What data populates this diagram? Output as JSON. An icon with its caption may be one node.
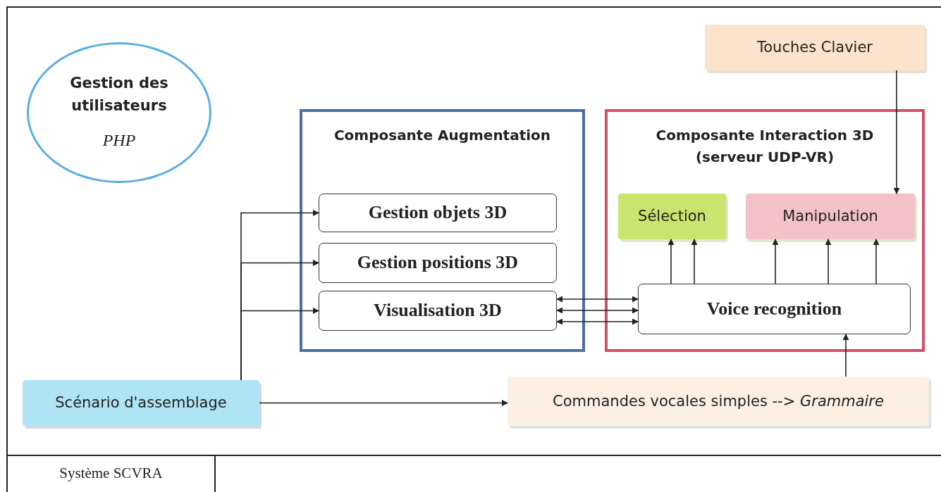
{
  "diagram": {
    "nodes": [
      {
        "text": [
          "Gestion des utilisateurs",
          "PHP"
        ]
      },
      {
        "text": [
          "Composante Augmentation"
        ]
      },
      {
        "text": [
          "Gestion objets 3D"
        ],
        "in": 1
      },
      {
        "text": [
          "Gestion positions 3D"
        ],
        "in": 1
      },
      {
        "text": [
          "Visualisation 3D"
        ],
        "in": 1
      },
      {
        "text": [
          "Composante Interaction 3D (serveur UDP-VR)"
        ]
      },
      {
        "text": [
          "Sélection"
        ],
        "in": 5
      },
      {
        "text": [
          "Manipulation"
        ],
        "in": 5
      },
      {
        "text": [
          "Voice recognition"
        ],
        "in": 5
      },
      {
        "text": [
          "Touches Clavier"
        ]
      },
      {
        "text": [
          "Scénario  d'assemblage"
        ]
      },
      {
        "text": [
          "Commandes vocales simples  -->  *Grammaire*"
        ]
      }
    ],
    "edges": [
      {
        "from": 10,
        "to": 2,
        "arrow": "to"
      },
      {
        "from": 10,
        "to": 3,
        "arrow": "to"
      },
      {
        "from": 10,
        "to": 4,
        "arrow": "to"
      },
      {
        "from": 10,
        "to": 11,
        "arrow": "to"
      },
      {
        "from": 11,
        "to": 8,
        "arrow": "to"
      },
      {
        "from": 9,
        "to": 7,
        "arrow": "to"
      },
      {
        "from": 8,
        "to": 6,
        "arrow": "to"
      },
      {
        "from": 8,
        "to": 6,
        "arrow": "to"
      },
      {
        "from": 8,
        "to": 7,
        "arrow": "to"
      },
      {
        "from": 8,
        "to": 7,
        "arrow": "to"
      },
      {
        "from": 8,
        "to": 7,
        "arrow": "to"
      },
      {
        "from": 4,
        "to": 8,
        "arrow": "both"
      },
      {
        "from": 4,
        "to": 8,
        "arrow": "both"
      },
      {
        "from": 4,
        "to": 8,
        "arrow": "both"
      }
    ],
    "labels": [
      "Système SCVRA"
    ]
  }
}
